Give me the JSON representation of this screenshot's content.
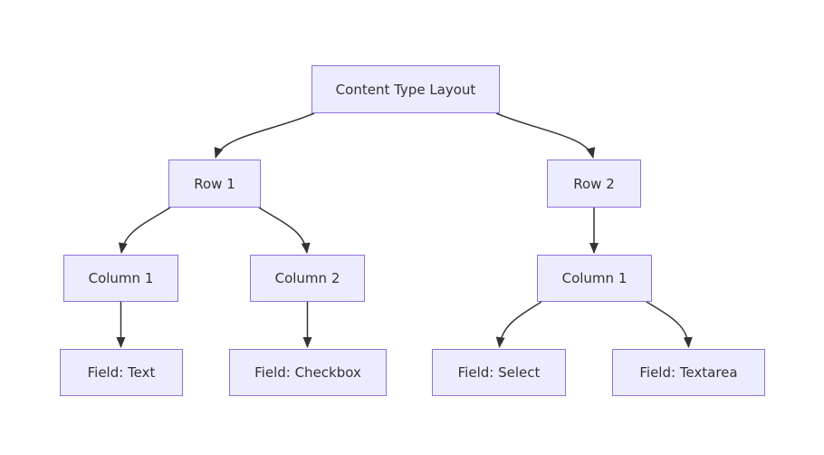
{
  "diagram": {
    "type": "flowchart",
    "direction": "top-down",
    "colors": {
      "node_fill": "#ECECFF",
      "node_border": "#9370DB",
      "edge": "#333333",
      "text": "#333333",
      "background": "#FFFFFF"
    },
    "nodes": {
      "root": {
        "label": "Content Type Layout"
      },
      "row1": {
        "label": "Row 1"
      },
      "row2": {
        "label": "Row 2"
      },
      "row1_col1": {
        "label": "Column 1"
      },
      "row1_col2": {
        "label": "Column 2"
      },
      "row2_col1": {
        "label": "Column 1"
      },
      "field_text": {
        "label": "Field: Text"
      },
      "field_checkbox": {
        "label": "Field: Checkbox"
      },
      "field_select": {
        "label": "Field: Select"
      },
      "field_textarea": {
        "label": "Field: Textarea"
      }
    },
    "edges": [
      {
        "from": "Content Type Layout",
        "to": "Row 1"
      },
      {
        "from": "Content Type Layout",
        "to": "Row 2"
      },
      {
        "from": "Row 1",
        "to": "Column 1 (Row 1)"
      },
      {
        "from": "Row 1",
        "to": "Column 2 (Row 1)"
      },
      {
        "from": "Row 2",
        "to": "Column 1 (Row 2)"
      },
      {
        "from": "Column 1 (Row 1)",
        "to": "Field: Text"
      },
      {
        "from": "Column 2 (Row 1)",
        "to": "Field: Checkbox"
      },
      {
        "from": "Column 1 (Row 2)",
        "to": "Field: Select"
      },
      {
        "from": "Column 1 (Row 2)",
        "to": "Field: Textarea"
      }
    ]
  }
}
